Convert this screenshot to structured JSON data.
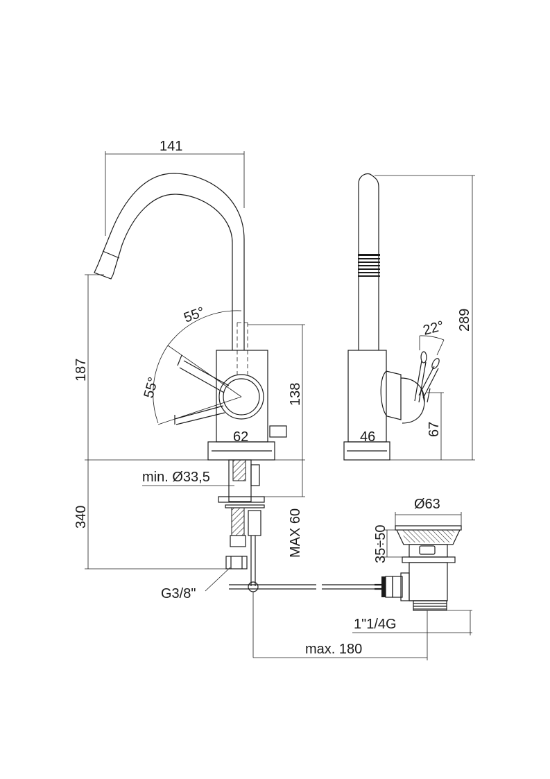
{
  "dimensions": {
    "width_141": "141",
    "height_187": "187",
    "angle_55_top": "55°",
    "angle_55_side": "55°",
    "height_138": "138",
    "body_62": "62",
    "min_diameter": "min. Ø33,5",
    "depth_340": "340",
    "max_60": "MAX 60",
    "thread_g38": "G3/8\"",
    "height_289": "289",
    "angle_22": "22°",
    "body_46": "46",
    "height_67": "67",
    "diameter_63": "Ø63",
    "range_35_50": "35÷50",
    "thread_114": "1\"1/4G",
    "max_180": "max. 180"
  },
  "colors": {
    "line": "#1a1a1a",
    "background": "#ffffff"
  }
}
